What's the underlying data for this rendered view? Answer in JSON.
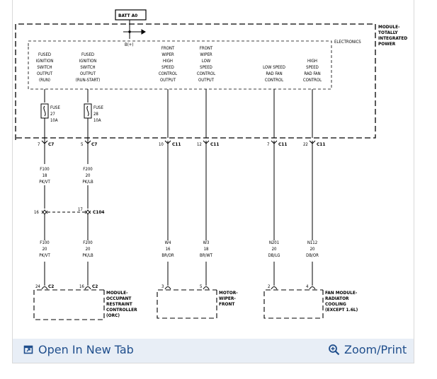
{
  "diagram": {
    "batt": "BATT A0",
    "bplus": "B(+)",
    "module_label": [
      "MODULE-",
      "TOTALLY",
      "INTEGRATED",
      "POWER"
    ],
    "electronics": "ELECTRONICS",
    "outputs": [
      [
        "FUSED",
        "IGNITION",
        "SWITCH",
        "OUTPUT",
        "(RUN)"
      ],
      [
        "FUSED",
        "IGNITION",
        "SWITCH",
        "OUTPUT",
        "(RUN-START)"
      ],
      [
        "FRONT",
        "WIPER",
        "HIGH",
        "SPEED",
        "CONTROL",
        "OUTPUT"
      ],
      [
        "FRONT",
        "WIPER",
        "LOW",
        "SPEED",
        "CONTROL",
        "OUTPUT"
      ],
      [
        "LOW SPEED",
        "RAD FAN",
        "CONTROL"
      ],
      [
        "HIGH",
        "SPEED",
        "RAD FAN",
        "CONTROL"
      ]
    ],
    "fuses": [
      [
        "FUSE",
        "27",
        "10A"
      ],
      [
        "FUSE",
        "28",
        "10A"
      ]
    ],
    "c7_pins": [
      "7",
      "5"
    ],
    "c7": "C7",
    "c11_pins": [
      "10",
      "12",
      "7",
      "22"
    ],
    "c11": "C11",
    "upper_wires": [
      [
        "F100",
        "18",
        "PK/VT"
      ],
      [
        "F200",
        "20",
        "PK/LB"
      ]
    ],
    "c104_pins": [
      "16",
      "17"
    ],
    "c104": "C104",
    "lower_wires": [
      [
        "F100",
        "20",
        "PK/VT"
      ],
      [
        "F200",
        "20",
        "PK/LB"
      ],
      [
        "W4",
        "16",
        "BR/OR"
      ],
      [
        "W3",
        "18",
        "BR/WT"
      ],
      [
        "N201",
        "20",
        "DB/LG"
      ],
      [
        "N112",
        "20",
        "DB/OR"
      ]
    ],
    "c2_pins": [
      "24",
      "16"
    ],
    "c2": "C2",
    "motor_pins": [
      "3",
      "5"
    ],
    "fan_pins": [
      "2",
      "4"
    ],
    "orc_label": [
      "MODULE-",
      "OCCUPANT",
      "RESTRAINT",
      "CONTROLLER",
      "(ORC)"
    ],
    "motor_label": [
      "MOTOR-",
      "WIPER-",
      "FRONT"
    ],
    "fan_label": [
      "FAN MODULE-",
      "RADIATOR",
      "COOLING",
      "(EXCEPT 1.6L)"
    ]
  },
  "toolbar": {
    "open_tab": "Open In New Tab",
    "zoom": "Zoom/Print",
    "accent": "#1f4e8c",
    "bar_bg": "#e8eef6"
  }
}
